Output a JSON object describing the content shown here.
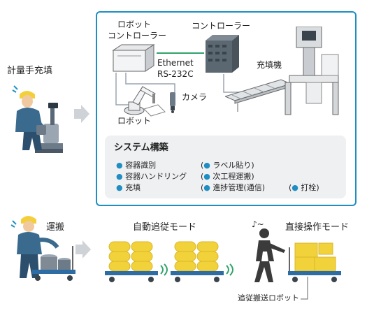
{
  "left_column": {
    "measure_label": "計量手充填",
    "transport_label": "運搬"
  },
  "system_panel": {
    "robot_controller_label": "ロボット\nコントローラー",
    "robot_controller_line1": "ロボット",
    "robot_controller_line2": "コントローラー",
    "controller_label": "コントローラー",
    "ethernet_label": "Ethernet",
    "rs232c_label": "RS-232C",
    "filler_label": "充填機",
    "camera_label": "カメラ",
    "robot_label": "ロボット"
  },
  "system_box": {
    "title": "システム構築",
    "left_items": [
      "容器識別",
      "容器ハンドリング",
      "充填"
    ],
    "right_items": [
      "ラベル貼り",
      "次工程運搬",
      "進捗管理(通信)"
    ],
    "extra_item": "打栓",
    "open_paren": "(",
    "close_paren": ")"
  },
  "modes": {
    "follow_mode": "自動追従モード",
    "direct_mode": "直接操作モード",
    "music_mark": "♪~",
    "robot_caption": "追従搬送ロボット"
  },
  "colors": {
    "accent": "#1f8fc3",
    "green_line": "#2fa36b",
    "yellow": "#f2d23a",
    "cart_blue": "#2e6da4",
    "wave_green": "#2fa36b"
  }
}
